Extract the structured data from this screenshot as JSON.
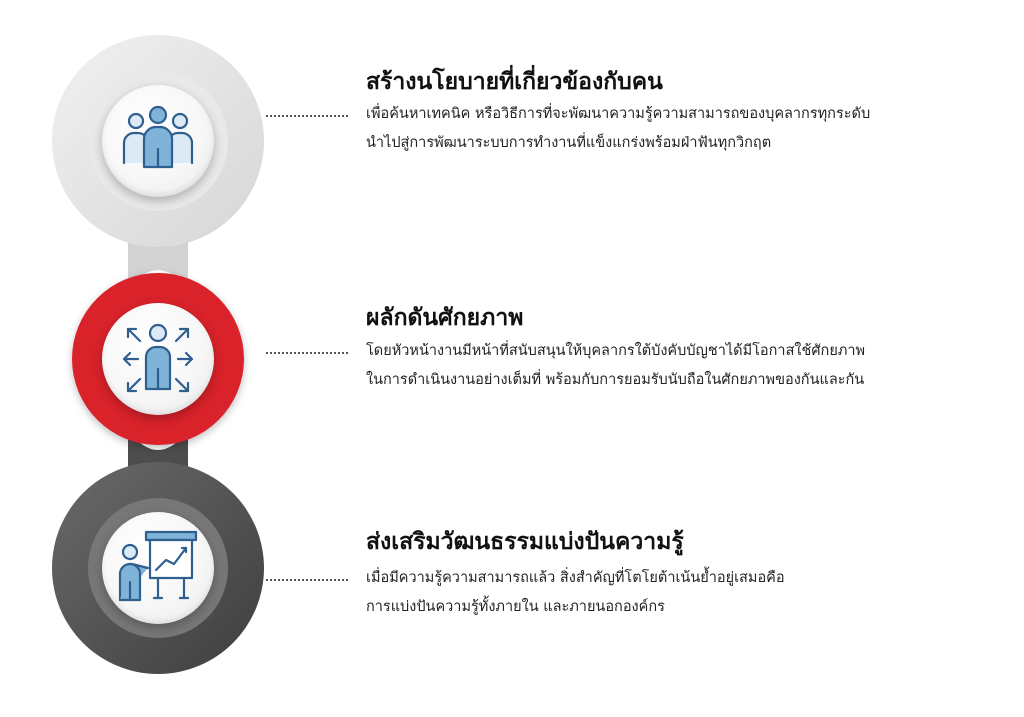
{
  "colors": {
    "accent_red": "#d9212c",
    "ring_light": "#e6e6e6",
    "ring_dark": "#555555",
    "icon_fill": "#7fb3d8",
    "icon_stroke": "#2f5f8f"
  },
  "steps": [
    {
      "icon": "team-icon",
      "title": "สร้างนโยบายที่เกี่ยวข้องกับคน",
      "lines": [
        "เพื่อค้นหาเทคนิค หรือวิธีการที่จะพัฒนาความรู้ความสามารถของบุคลากรทุกระดับ",
        "นำไปสู่การพัฒนาระบบการทำงานที่แข็งแกร่งพร้อมฝ่าฟันทุกวิกฤต"
      ]
    },
    {
      "icon": "person-expand-arrows-icon",
      "title": "ผลักดันศักยภาพ",
      "lines": [
        "โดยหัวหน้างานมีหน้าที่สนับสนุนให้บุคลากรใต้บังคับบัญชาได้มีโอกาสใช้ศักยภาพ",
        "ในการดำเนินงานอย่างเต็มที่ พร้อมกับการยอมรับนับถือในศักยภาพของกันและกัน"
      ]
    },
    {
      "icon": "presenter-chart-icon",
      "title": "ส่งเสริมวัฒนธรรมแบ่งปันความรู้",
      "lines": [
        "เมื่อมีความรู้ความสามารถแล้ว สิ่งสำคัญที่โตโยต้าเน้นย้ำอยู่เสมอคือ",
        "การแบ่งปันความรู้ทั้งภายใน และภายนอกองค์กร"
      ]
    }
  ]
}
